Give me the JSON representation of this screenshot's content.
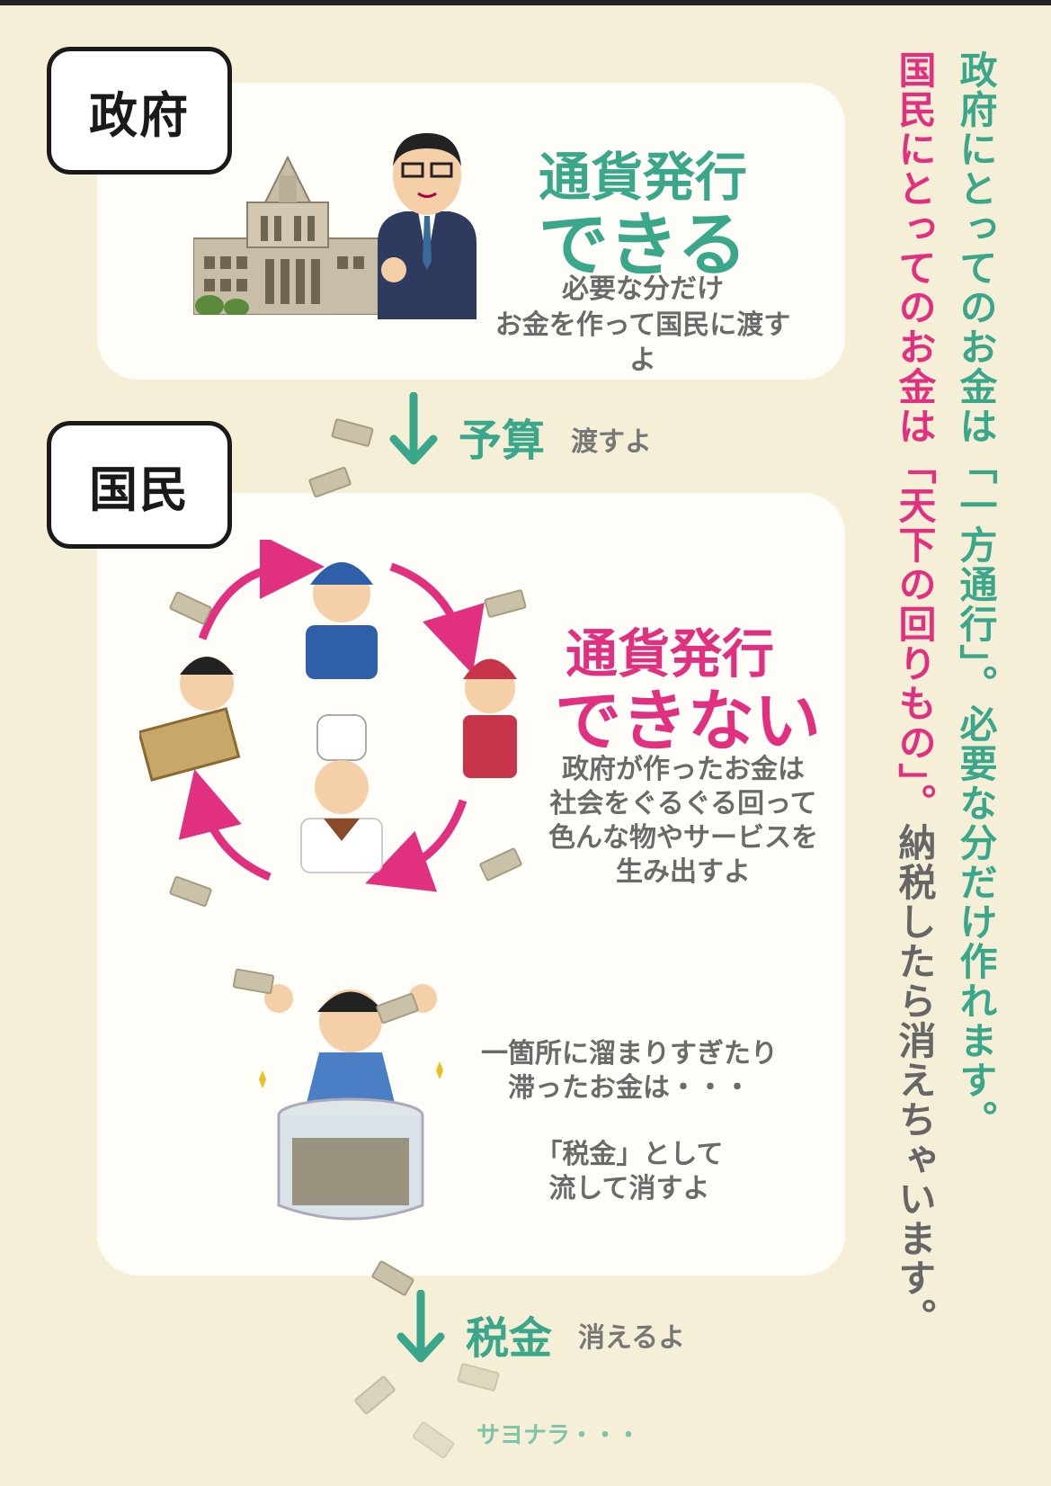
{
  "government": {
    "tag": "政府",
    "title_line1": "通貨発行",
    "title_line2": "できる",
    "desc_line1": "必要な分だけ",
    "desc_line2": "お金を作って国民に渡すよ"
  },
  "flow_budget": {
    "label": "予算",
    "sub": "渡すよ"
  },
  "people": {
    "tag": "国民",
    "title_line1": "通貨発行",
    "title_line2": "できない",
    "desc_lines": [
      "政府が作ったお金は",
      "社会をぐるぐる回って",
      "色んな物やサービスを",
      "生み出すよ"
    ],
    "stuck_lines": [
      "一箇所に溜まりすぎたり",
      "滞ったお金は・・・"
    ],
    "tax_lines": [
      "「税金」として",
      "流して消すよ"
    ]
  },
  "flow_tax": {
    "label": "税金",
    "sub": "消えるよ"
  },
  "goodbye": "サヨナラ・・・",
  "vertical": {
    "right_text": "政府にとってのお金は「一方通行」。必要な分だけ作れます。",
    "left_pink": "国民にとってのお金は「天下の回りもの」。",
    "left_gray": "納税したら消えちゃいます。"
  },
  "colors": {
    "green": "#3aa68a",
    "pink": "#e0307f",
    "background": "#f5efd8"
  }
}
